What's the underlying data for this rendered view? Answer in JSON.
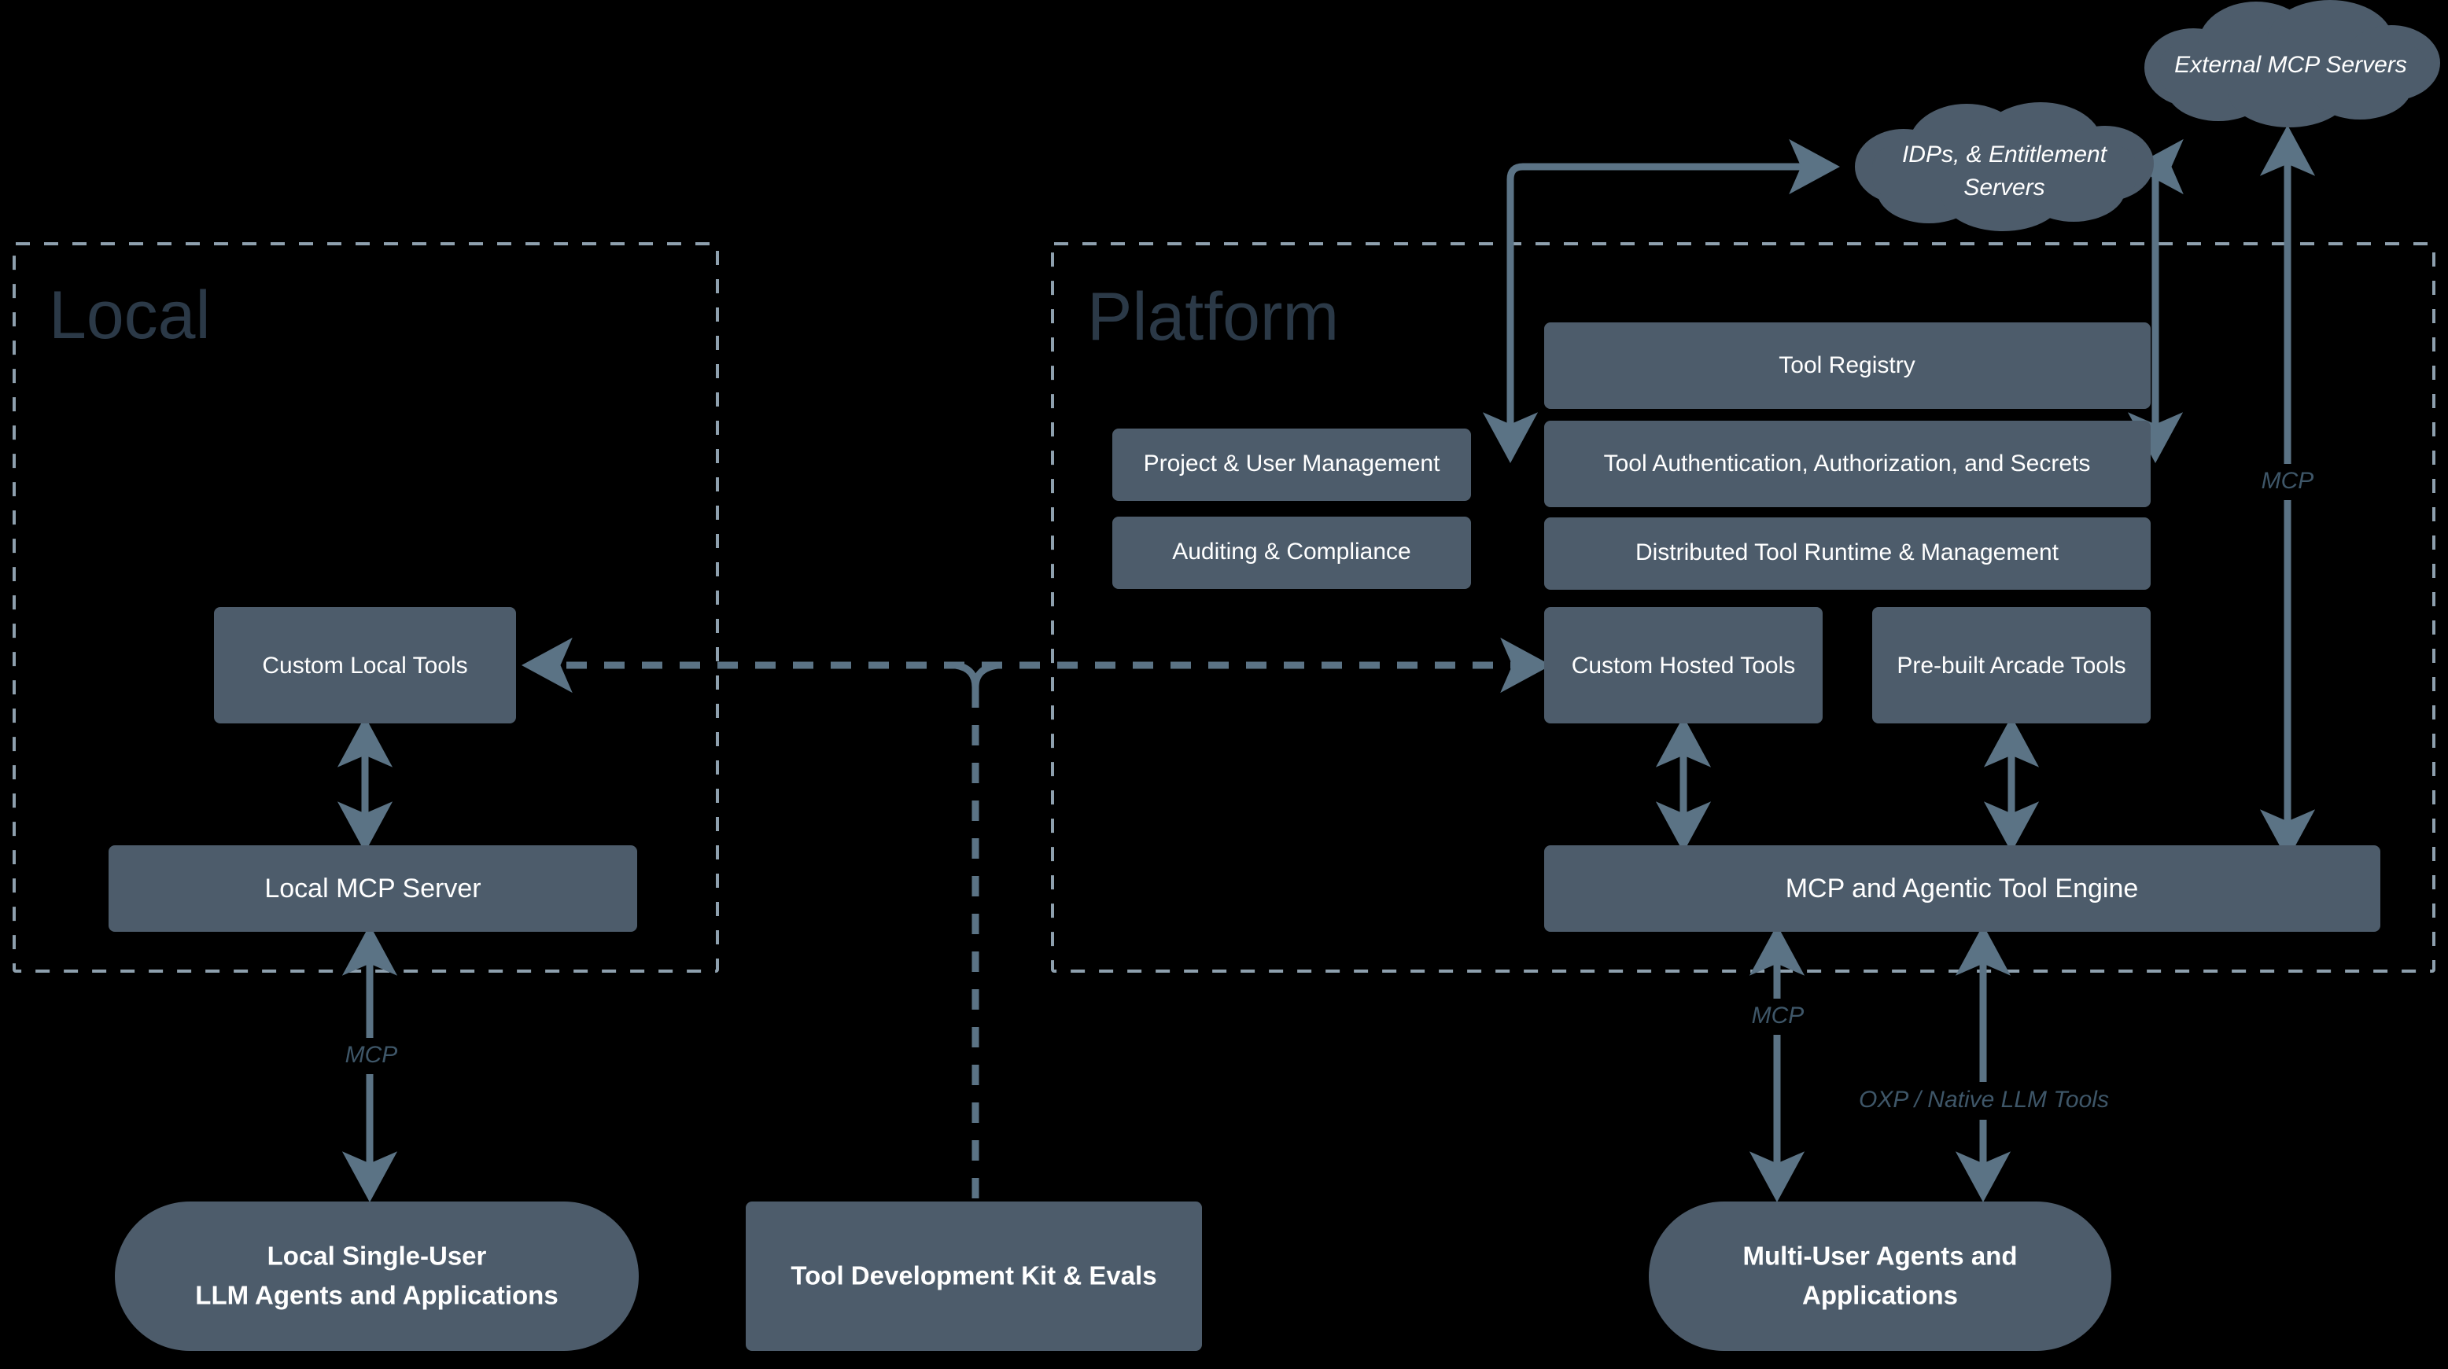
{
  "diagram": {
    "background": "#000000",
    "node_fill": "#4d5c6b",
    "connector_color": "#5b7385",
    "zone_border_color": "#8ea0ae",
    "zone_title_color": "#2b3947",
    "edge_label_color": "#3e5668"
  },
  "zones": [
    {
      "id": "local",
      "title": "Local"
    },
    {
      "id": "platform",
      "title": "Platform"
    }
  ],
  "clouds": [
    {
      "id": "external-mcp-servers",
      "label": "External MCP Servers",
      "lines": [
        "External MCP Servers"
      ]
    },
    {
      "id": "idps-entitlement-servers",
      "label": "IDPs, & Entitlement Servers",
      "lines": [
        "IDPs, & Entitlement",
        "Servers"
      ]
    }
  ],
  "nodes": {
    "local": [
      {
        "id": "custom-local-tools",
        "label": "Custom Local Tools"
      },
      {
        "id": "local-mcp-server",
        "label": "Local MCP Server"
      }
    ],
    "platform": [
      {
        "id": "project-user-management",
        "label": "Project & User Management"
      },
      {
        "id": "auditing-compliance",
        "label": "Auditing & Compliance"
      },
      {
        "id": "tool-registry",
        "label": "Tool Registry"
      },
      {
        "id": "tool-authentication",
        "label": "Tool Authentication, Authorization, and Secrets"
      },
      {
        "id": "distributed-tool-runtime",
        "label": "Distributed Tool Runtime & Management"
      },
      {
        "id": "custom-hosted-tools",
        "label": "Custom Hosted Tools"
      },
      {
        "id": "prebuilt-arcade-tools",
        "label": "Pre-built Arcade Tools"
      },
      {
        "id": "mcp-agentic-tool-engine",
        "label": "MCP and Agentic Tool Engine"
      }
    ]
  },
  "terminals": [
    {
      "id": "local-single-user-agents",
      "label": "Local Single-User LLM Agents and Applications",
      "lines": [
        "Local Single-User",
        "LLM Agents and Applications"
      ],
      "shape": "pill"
    },
    {
      "id": "tool-development-kit",
      "label": "Tool Development Kit & Evals",
      "lines": [
        "Tool Development Kit & Evals"
      ],
      "shape": "rect"
    },
    {
      "id": "multi-user-agents",
      "label": "Multi-User Agents and Applications",
      "lines": [
        "Multi-User Agents and",
        "Applications"
      ],
      "shape": "pill"
    }
  ],
  "edge_labels": [
    {
      "id": "edge-label-local-mcp",
      "text": "MCP"
    },
    {
      "id": "edge-label-engine-mcp",
      "text": "MCP"
    },
    {
      "id": "edge-label-external-mcp",
      "text": "MCP"
    },
    {
      "id": "edge-label-oxp",
      "text": "OXP / Native LLM Tools"
    }
  ]
}
